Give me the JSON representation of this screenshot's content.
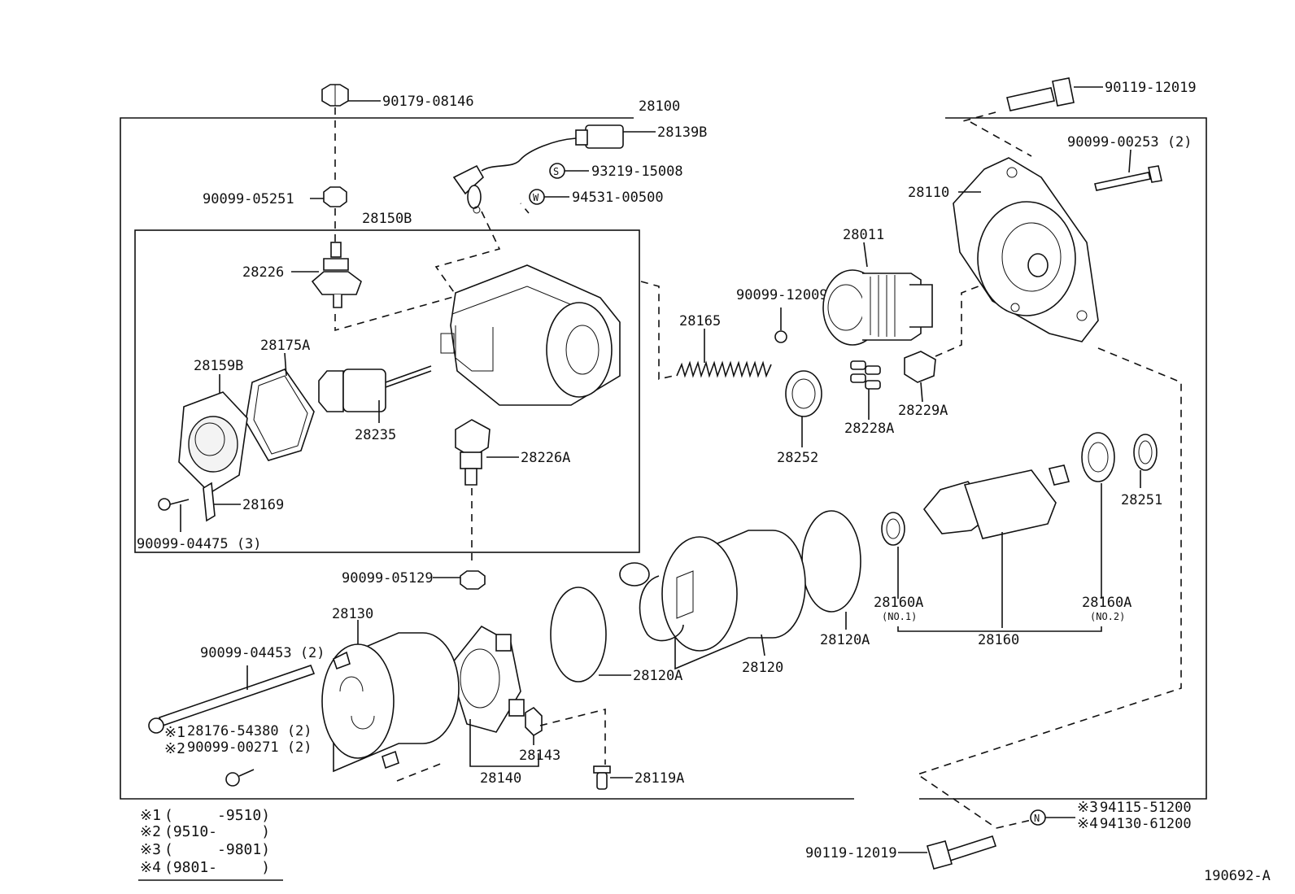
{
  "diagram_id": "190692-A",
  "assembly": {
    "main": "28100"
  },
  "part_labels": {
    "p90179_08146": "90179-08146",
    "p28139B": "28139B",
    "p93219_15008": "93219-15008",
    "p94531_00500": "94531-00500",
    "p90099_05251": "90099-05251",
    "p28150B": "28150B",
    "p28226": "28226",
    "p28175A": "28175A",
    "p28159B": "28159B",
    "p28235": "28235",
    "p28226A": "28226A",
    "p28169": "28169",
    "p90099_04475": "90099-04475 (3)",
    "p90099_05129": "90099-05129",
    "p28130": "28130",
    "p90099_04453": "90099-04453 (2)",
    "p28176_54380": "28176-54380 (2)",
    "p90099_00271": "90099-00271 (2)",
    "p28140": "28140",
    "p28143": "28143",
    "p28119A": "28119A",
    "p28120A_left": "28120A",
    "p28120": "28120",
    "p28120A_right": "28120A",
    "p28165": "28165",
    "p90099_12009": "90099-12009",
    "p28011": "28011",
    "p28252": "28252",
    "p28228A": "28228A",
    "p28229A": "28229A",
    "p28110": "28110",
    "p90119_12019_top": "90119-12019",
    "p90099_00253": "90099-00253 (2)",
    "p28251": "28251",
    "p28160A_no1": "28160A",
    "p28160A_no1_sub": "(NO.1)",
    "p28160A_no2": "28160A",
    "p28160A_no2_sub": "(NO.2)",
    "p28160": "28160",
    "p90119_12019_bottom": "90119-12019",
    "p94115_51200": "94115-51200",
    "p94130_61200": "94130-61200"
  },
  "marks": {
    "s1": "※1",
    "s2": "※2",
    "s3": "※3",
    "s4": "※4",
    "circle_S": "S",
    "circle_W": "W",
    "circle_N": "N"
  },
  "legend": [
    {
      "mark": "※1",
      "range": "(     -9510)"
    },
    {
      "mark": "※2",
      "range": "(9510-     )"
    },
    {
      "mark": "※3",
      "range": "(     -9801)"
    },
    {
      "mark": "※4",
      "range": "(9801-     )"
    }
  ]
}
